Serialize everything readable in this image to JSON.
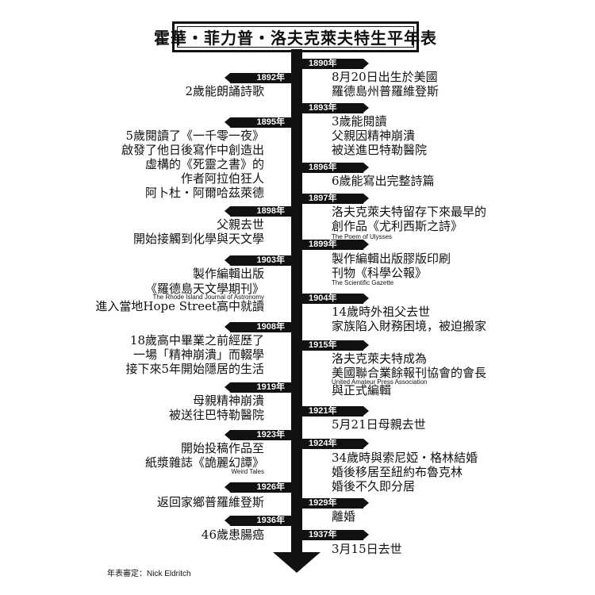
{
  "title": "霍華・菲力普・洛夫克萊夫特生平年表",
  "credit": "年表審定：Nick Eldritch",
  "left_events": [
    {
      "year": "1892年",
      "lines": [
        "2歲能朗誦詩歌"
      ]
    },
    {
      "year": "1895年",
      "lines": [
        "5歲閱讀了《一千零一夜》",
        "啟發了他日後寫作中創造出",
        "虛構的《死靈之書》的",
        "作者阿拉伯狂人",
        "阿卜杜・阿爾哈茲萊德"
      ]
    },
    {
      "year": "1898年",
      "lines": [
        "父親去世",
        "開始接觸到化學與天文學"
      ]
    },
    {
      "year": "1903年",
      "lines": [
        "製作編輯出版",
        "《羅德島天文學期刊》",
        "進入當地Hope Street高中就讀"
      ],
      "note": "The Rhode Island Journal of Astronomy"
    },
    {
      "year": "1908年",
      "lines": [
        "18歲高中畢業之前經歷了",
        "一場「精神崩潰」而輟學",
        "接下來5年開始隱居的生活"
      ]
    },
    {
      "year": "1919年",
      "lines": [
        "母親精神崩潰",
        "被送往巴特勒醫院"
      ]
    },
    {
      "year": "1923年",
      "lines": [
        "開始投稿作品至",
        "紙漿雜誌《詭麗幻譚》"
      ],
      "note": "Weird Tales"
    },
    {
      "year": "1926年",
      "lines": [
        "返回家鄉普羅維登斯"
      ]
    },
    {
      "year": "1936年",
      "lines": [
        "46歲患腸癌"
      ]
    }
  ],
  "right_events": [
    {
      "year": "1890年",
      "lines": [
        "8月20日出生於美國",
        "羅德島州普羅維登斯"
      ]
    },
    {
      "year": "1893年",
      "lines": [
        "3歲能閱讀",
        "父親因精神崩潰",
        "被送進巴特勒醫院"
      ]
    },
    {
      "year": "1896年",
      "lines": [
        "6歲能寫出完整詩篇"
      ]
    },
    {
      "year": "1897年",
      "lines": [
        "洛夫克萊夫特留存下來最早的",
        "創作品《尤利西斯之詩》"
      ],
      "note": "The Poem of Ulysses"
    },
    {
      "year": "1899年",
      "lines": [
        "製作編輯出版膠版印刷",
        "刊物《科學公報》"
      ],
      "note": "The Scientific Gazette"
    },
    {
      "year": "1904年",
      "lines": [
        "14歲時外祖父去世",
        "家族陷入財務困境，被迫搬家"
      ]
    },
    {
      "year": "1915年",
      "lines": [
        "洛夫克萊夫特成為",
        "美國聯合業餘報刊協會的會長",
        "與正式編輯"
      ],
      "note": "United Amateur Press Association"
    },
    {
      "year": "1921年",
      "lines": [
        "5月21日母親去世"
      ]
    },
    {
      "year": "1924年",
      "lines": [
        "34歲時與索尼婭・格林結婚",
        "婚後移居至紐約布魯克林",
        "婚後不久即分居"
      ]
    },
    {
      "year": "1929年",
      "lines": [
        "離婚"
      ]
    },
    {
      "year": "1937年",
      "lines": [
        "3月15日去世"
      ]
    }
  ]
}
